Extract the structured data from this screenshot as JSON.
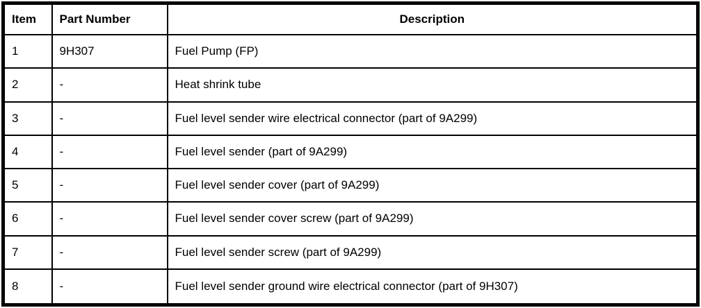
{
  "table": {
    "headers": {
      "item": "Item",
      "part_number": "Part Number",
      "description": "Description"
    },
    "rows": [
      {
        "item": "1",
        "part_number": "9H307",
        "description": "Fuel Pump (FP)"
      },
      {
        "item": "2",
        "part_number": "-",
        "description": "Heat shrink tube"
      },
      {
        "item": "3",
        "part_number": "-",
        "description": "Fuel level sender wire electrical connector (part of 9A299)"
      },
      {
        "item": "4",
        "part_number": "-",
        "description": "Fuel level sender (part of 9A299)"
      },
      {
        "item": "5",
        "part_number": "-",
        "description": "Fuel level sender cover (part of 9A299)"
      },
      {
        "item": "6",
        "part_number": "-",
        "description": "Fuel level sender cover screw (part of 9A299)"
      },
      {
        "item": "7",
        "part_number": "-",
        "description": "Fuel level sender screw (part of 9A299)"
      },
      {
        "item": "8",
        "part_number": "-",
        "description": "Fuel level sender ground wire electrical connector (part of 9H307)"
      }
    ]
  },
  "colors": {
    "border": "#000000",
    "background": "#ffffff",
    "text": "#000000"
  }
}
